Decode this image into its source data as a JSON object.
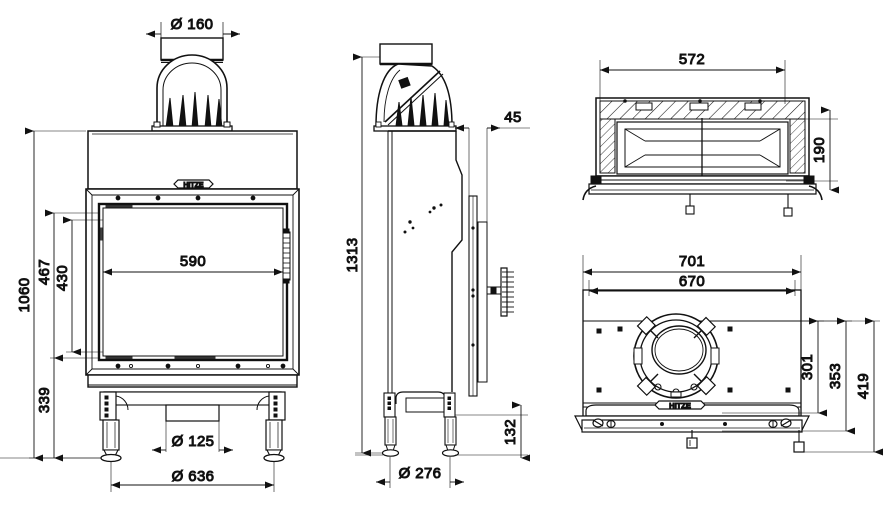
{
  "document": {
    "kind": "technical-dimension-drawing",
    "subject": "Fireplace insert / wood stove cassette",
    "background_color": "#ffffff",
    "line_color": "#111111",
    "units_note": "mm"
  },
  "brand": {
    "logo_text": "HITZE",
    "logo_color": "#1a1a1a"
  },
  "views": [
    {
      "id": "front-view",
      "name": "Front elevation",
      "position": "left"
    },
    {
      "id": "side-view",
      "name": "Side elevation",
      "position": "center"
    },
    {
      "id": "section-view",
      "name": "Horizontal cross section",
      "position": "top-right"
    },
    {
      "id": "plan-view",
      "name": "Top plan view",
      "position": "bottom-right"
    }
  ],
  "dimensions": {
    "front": {
      "flue_diameter": "Ø 160",
      "overall_height": "1060",
      "firebox_outer_height": "467",
      "glass_height": "430",
      "base_height": "339",
      "glass_width": "590",
      "air_inlet_diameter": "Ø 125",
      "overall_width": "Ø 636"
    },
    "side": {
      "overall_height": "1313",
      "door_offset": "45",
      "base_height": "132",
      "overall_depth": "Ø 276"
    },
    "section": {
      "inner_width": "572",
      "inner_height": "190"
    },
    "plan": {
      "overall_width": "701",
      "body_width": "670",
      "depth_1": "301",
      "depth_2": "353",
      "depth_3": "419"
    }
  }
}
